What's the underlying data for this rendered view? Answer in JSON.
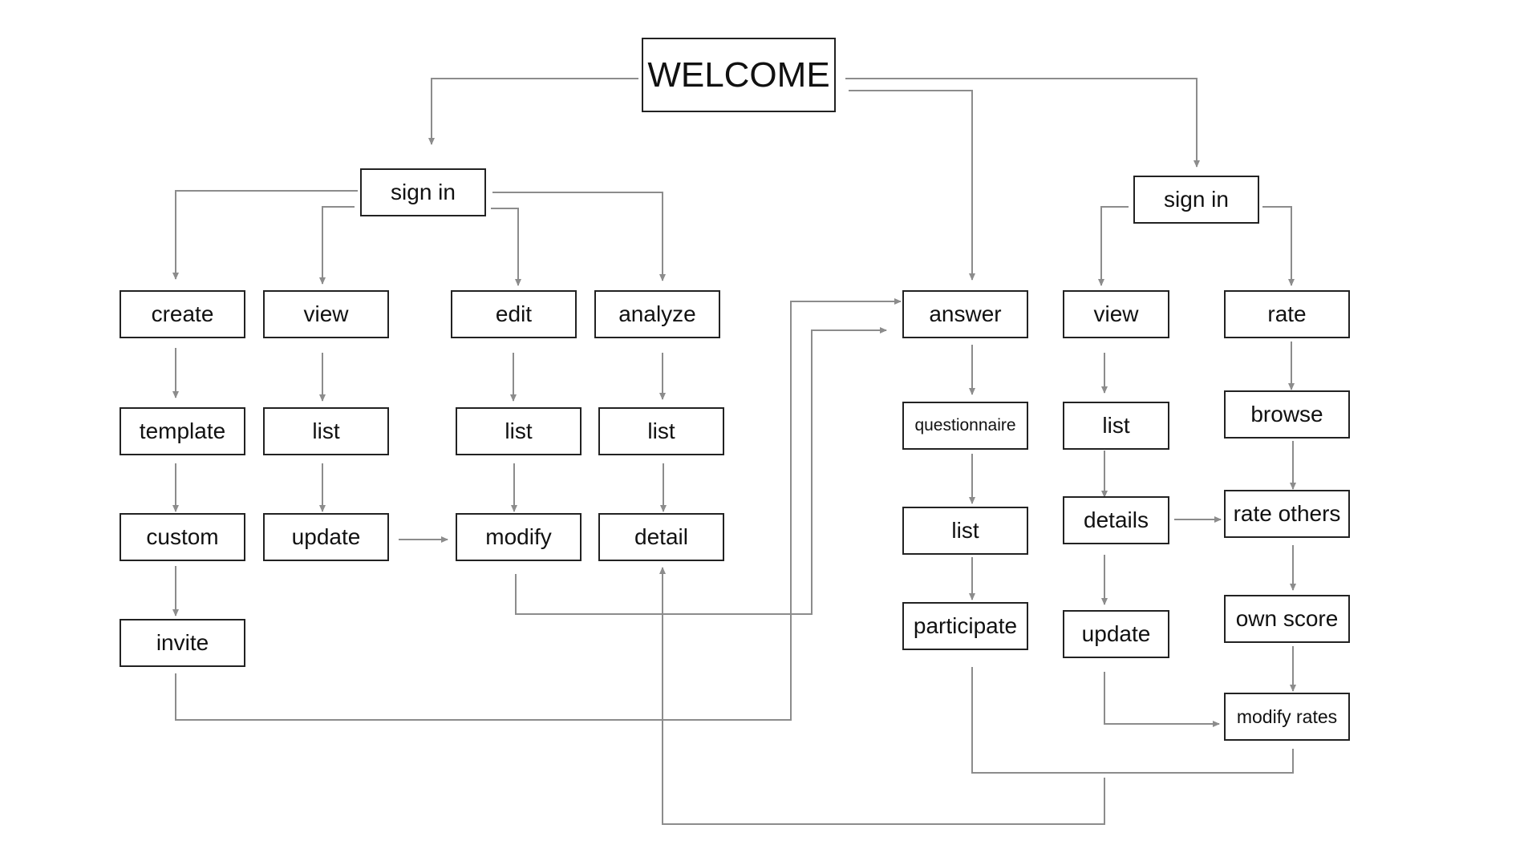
{
  "welcome": "WELCOME",
  "left": {
    "sign_in": "sign in",
    "create": "create",
    "view": "view",
    "edit": "edit",
    "analyze": "analyze",
    "template": "template",
    "view_list": "list",
    "edit_list": "list",
    "analyze_list": "list",
    "custom": "custom",
    "update": "update",
    "modify": "modify",
    "detail": "detail",
    "invite": "invite"
  },
  "middle": {
    "answer": "answer",
    "questionnaire": "questionnaire",
    "list": "list",
    "participate": "participate"
  },
  "right": {
    "sign_in": "sign in",
    "view": "view",
    "rate": "rate",
    "list": "list",
    "browse": "browse",
    "details": "details",
    "rate_others": "rate others",
    "update": "update",
    "own_score": "own score",
    "modify_rates": "modify rates"
  },
  "colors": {
    "box_border": "#222222",
    "connector": "#8c8c8c",
    "text": "#111111"
  }
}
